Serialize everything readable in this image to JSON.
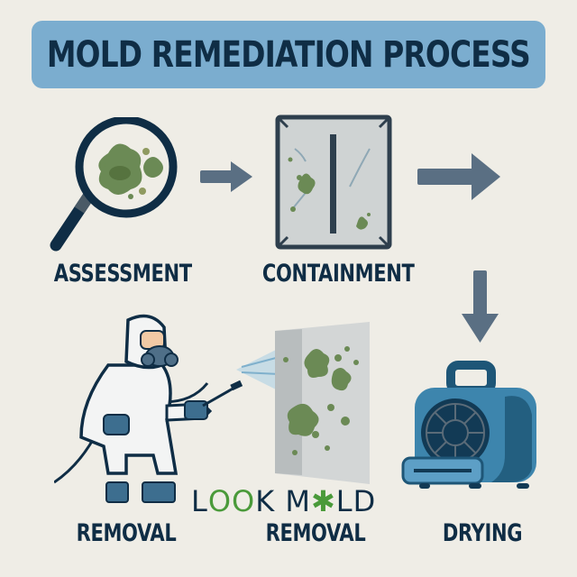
{
  "title": "MOLD REMEDIATION PROCESS",
  "steps": [
    {
      "label": "ASSESSMENT",
      "icon": "magnifying-glass-mold-icon"
    },
    {
      "label": "CONTAINMENT",
      "icon": "containment-barrier-icon"
    },
    {
      "label": "REMOVAL",
      "icon": "worker-hazmat-spraying-icon"
    },
    {
      "label": "REMOVAL",
      "icon": "moldy-wall-panel-icon"
    },
    {
      "label": "DRYING",
      "icon": "air-mover-fan-icon"
    }
  ],
  "arrows": [
    "right-arrow",
    "right-arrow",
    "down-arrow"
  ],
  "brand": {
    "part1": "L",
    "o1": "O",
    "o2": "O",
    "part2": "K M",
    "asterisk": "✱",
    "part3": "LD"
  },
  "colors": {
    "background": "#efede6",
    "banner": "#7badcf",
    "text": "#0f2d45",
    "arrow": "#5a6f83",
    "mold": "#6b8a55",
    "fan": "#3d85ad",
    "brand_green": "#4a9a3a"
  }
}
